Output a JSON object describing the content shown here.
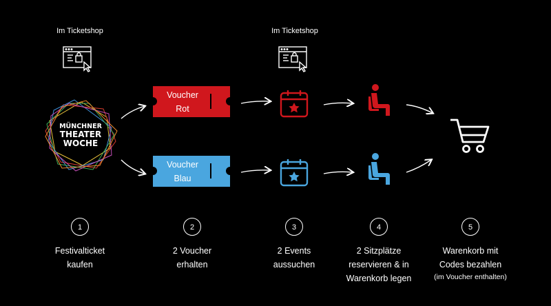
{
  "top_labels": {
    "shop_left": "Im Ticketshop",
    "shop_mid": "Im Ticketshop"
  },
  "logo": {
    "line1": "MÜNCHNER",
    "line2": "THEATER",
    "line3": "WOCHE"
  },
  "tickets": {
    "red": {
      "line1": "Voucher",
      "line2": "Rot",
      "color": "#d0171d"
    },
    "blue": {
      "line1": "Voucher",
      "line2": "Blau",
      "color": "#4aa6df"
    }
  },
  "colors": {
    "red": "#d0171d",
    "blue": "#4aa6df",
    "white": "#ffffff",
    "background": "#000000"
  },
  "icons": [
    "shop-screen-icon",
    "calendar-star-icon",
    "seated-person-icon",
    "shopping-cart-icon",
    "arrow-icon"
  ],
  "steps": [
    {
      "number": "1",
      "line1": "Festivalticket",
      "line2": "kaufen",
      "sub": ""
    },
    {
      "number": "2",
      "line1": "2 Voucher",
      "line2": "erhalten",
      "sub": ""
    },
    {
      "number": "3",
      "line1": "2 Events",
      "line2": "aussuchen",
      "sub": ""
    },
    {
      "number": "4",
      "line1": "2 Sitzplätze",
      "line2": "reservieren & in",
      "line3": "Warenkorb legen"
    },
    {
      "number": "5",
      "line1": "Warenkorb mit",
      "line2": "Codes bezahlen",
      "sub": "(im Voucher enthalten)"
    }
  ]
}
